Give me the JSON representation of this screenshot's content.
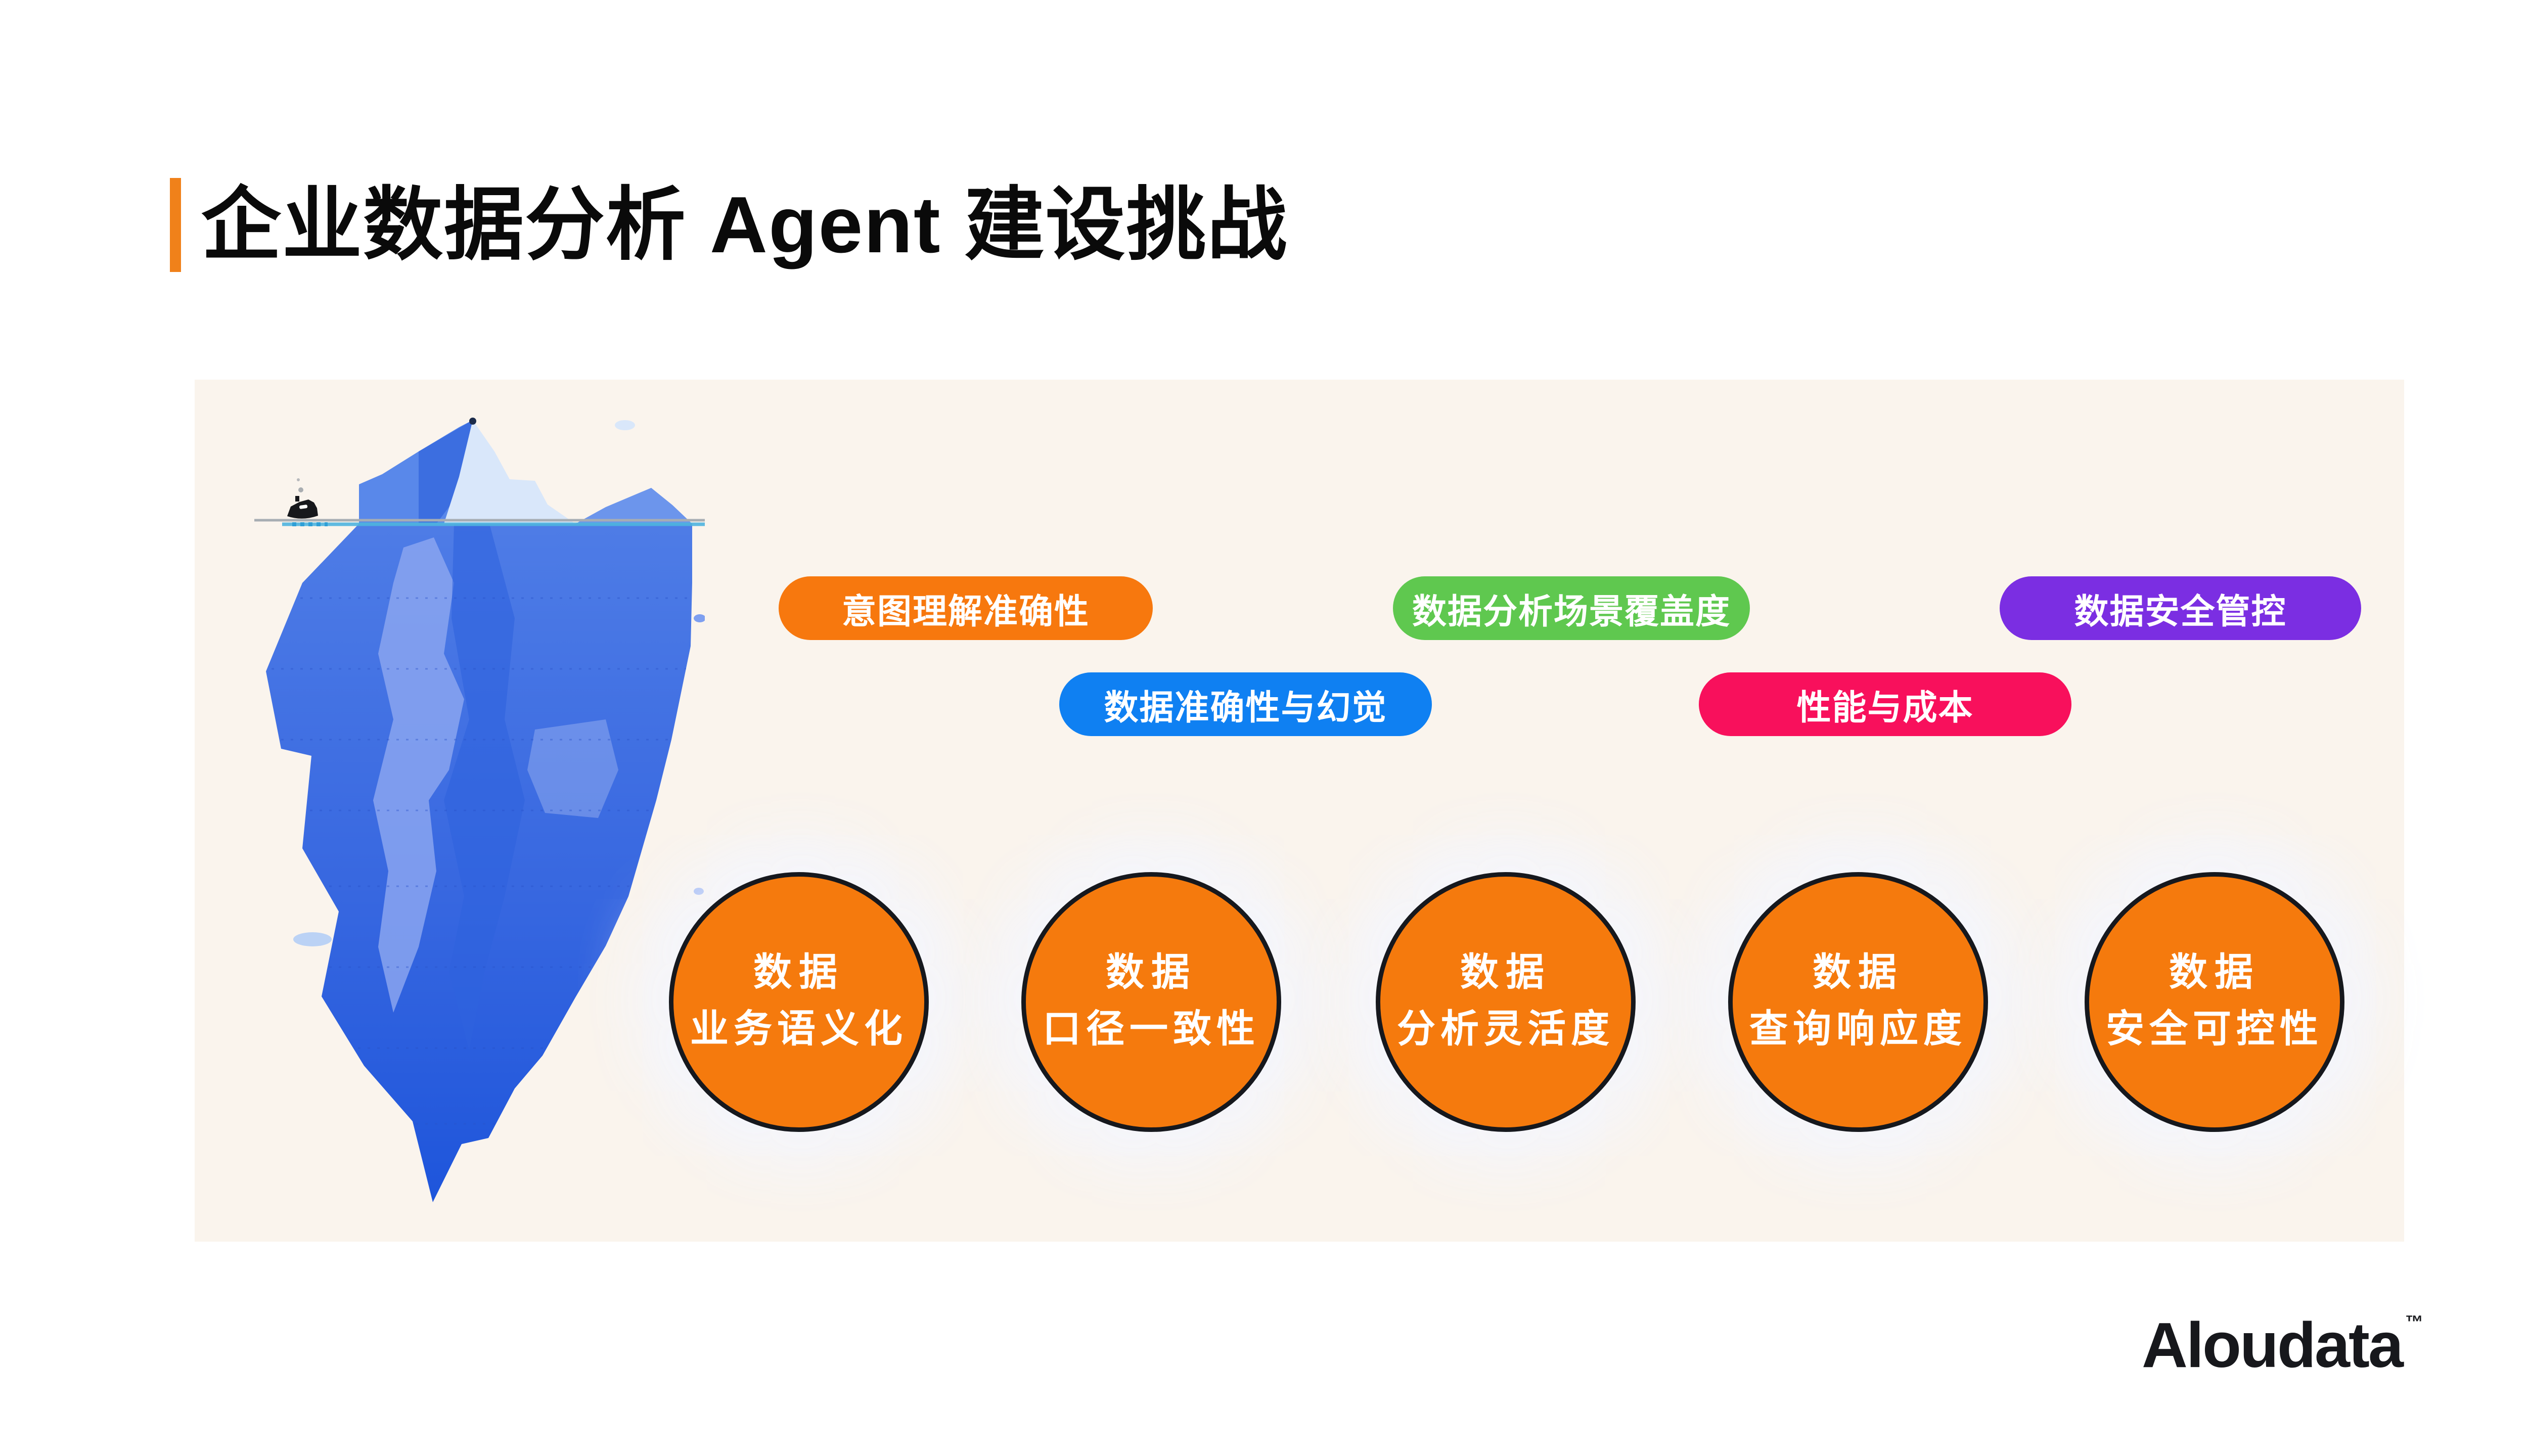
{
  "slide": {
    "title": "企业数据分析 Agent 建设挑战",
    "accent_color": "#F0811A",
    "background_color": "#FFFFFF",
    "panel_background_color": "#FAF4ED",
    "logo_text": "Aloudata",
    "logo_tm": "™"
  },
  "pills": [
    {
      "label": "意图理解准确性",
      "color": "#F7780E"
    },
    {
      "label": "数据分析场景覆盖度",
      "color": "#5FC84F"
    },
    {
      "label": "数据安全管控",
      "color": "#7B2EE2"
    },
    {
      "label": "数据准确性与幻觉",
      "color": "#0F80F2"
    },
    {
      "label": "性能与成本",
      "color": "#F8105C"
    }
  ],
  "circles": [
    {
      "line1": "数据",
      "line2": "业务语义化"
    },
    {
      "line1": "数据",
      "line2": "口径一致性"
    },
    {
      "line1": "数据",
      "line2": "分析灵活度"
    },
    {
      "line1": "数据",
      "line2": "查询响应度"
    },
    {
      "line1": "数据",
      "line2": "安全可控性"
    }
  ],
  "circle_color": "#F57A0D",
  "iceberg_palette": {
    "above_water_left": "#5988EA",
    "above_water_dark_facet": "#3C6EE0",
    "above_water_light_slab": "#D9E7FA",
    "underwater_top": "#4E7CE6",
    "underwater_bottom": "#1E55DB",
    "waterline_cyan": "#4FB4DF",
    "waterline_gray": "#A7ADB3",
    "boat": "#17181C"
  }
}
